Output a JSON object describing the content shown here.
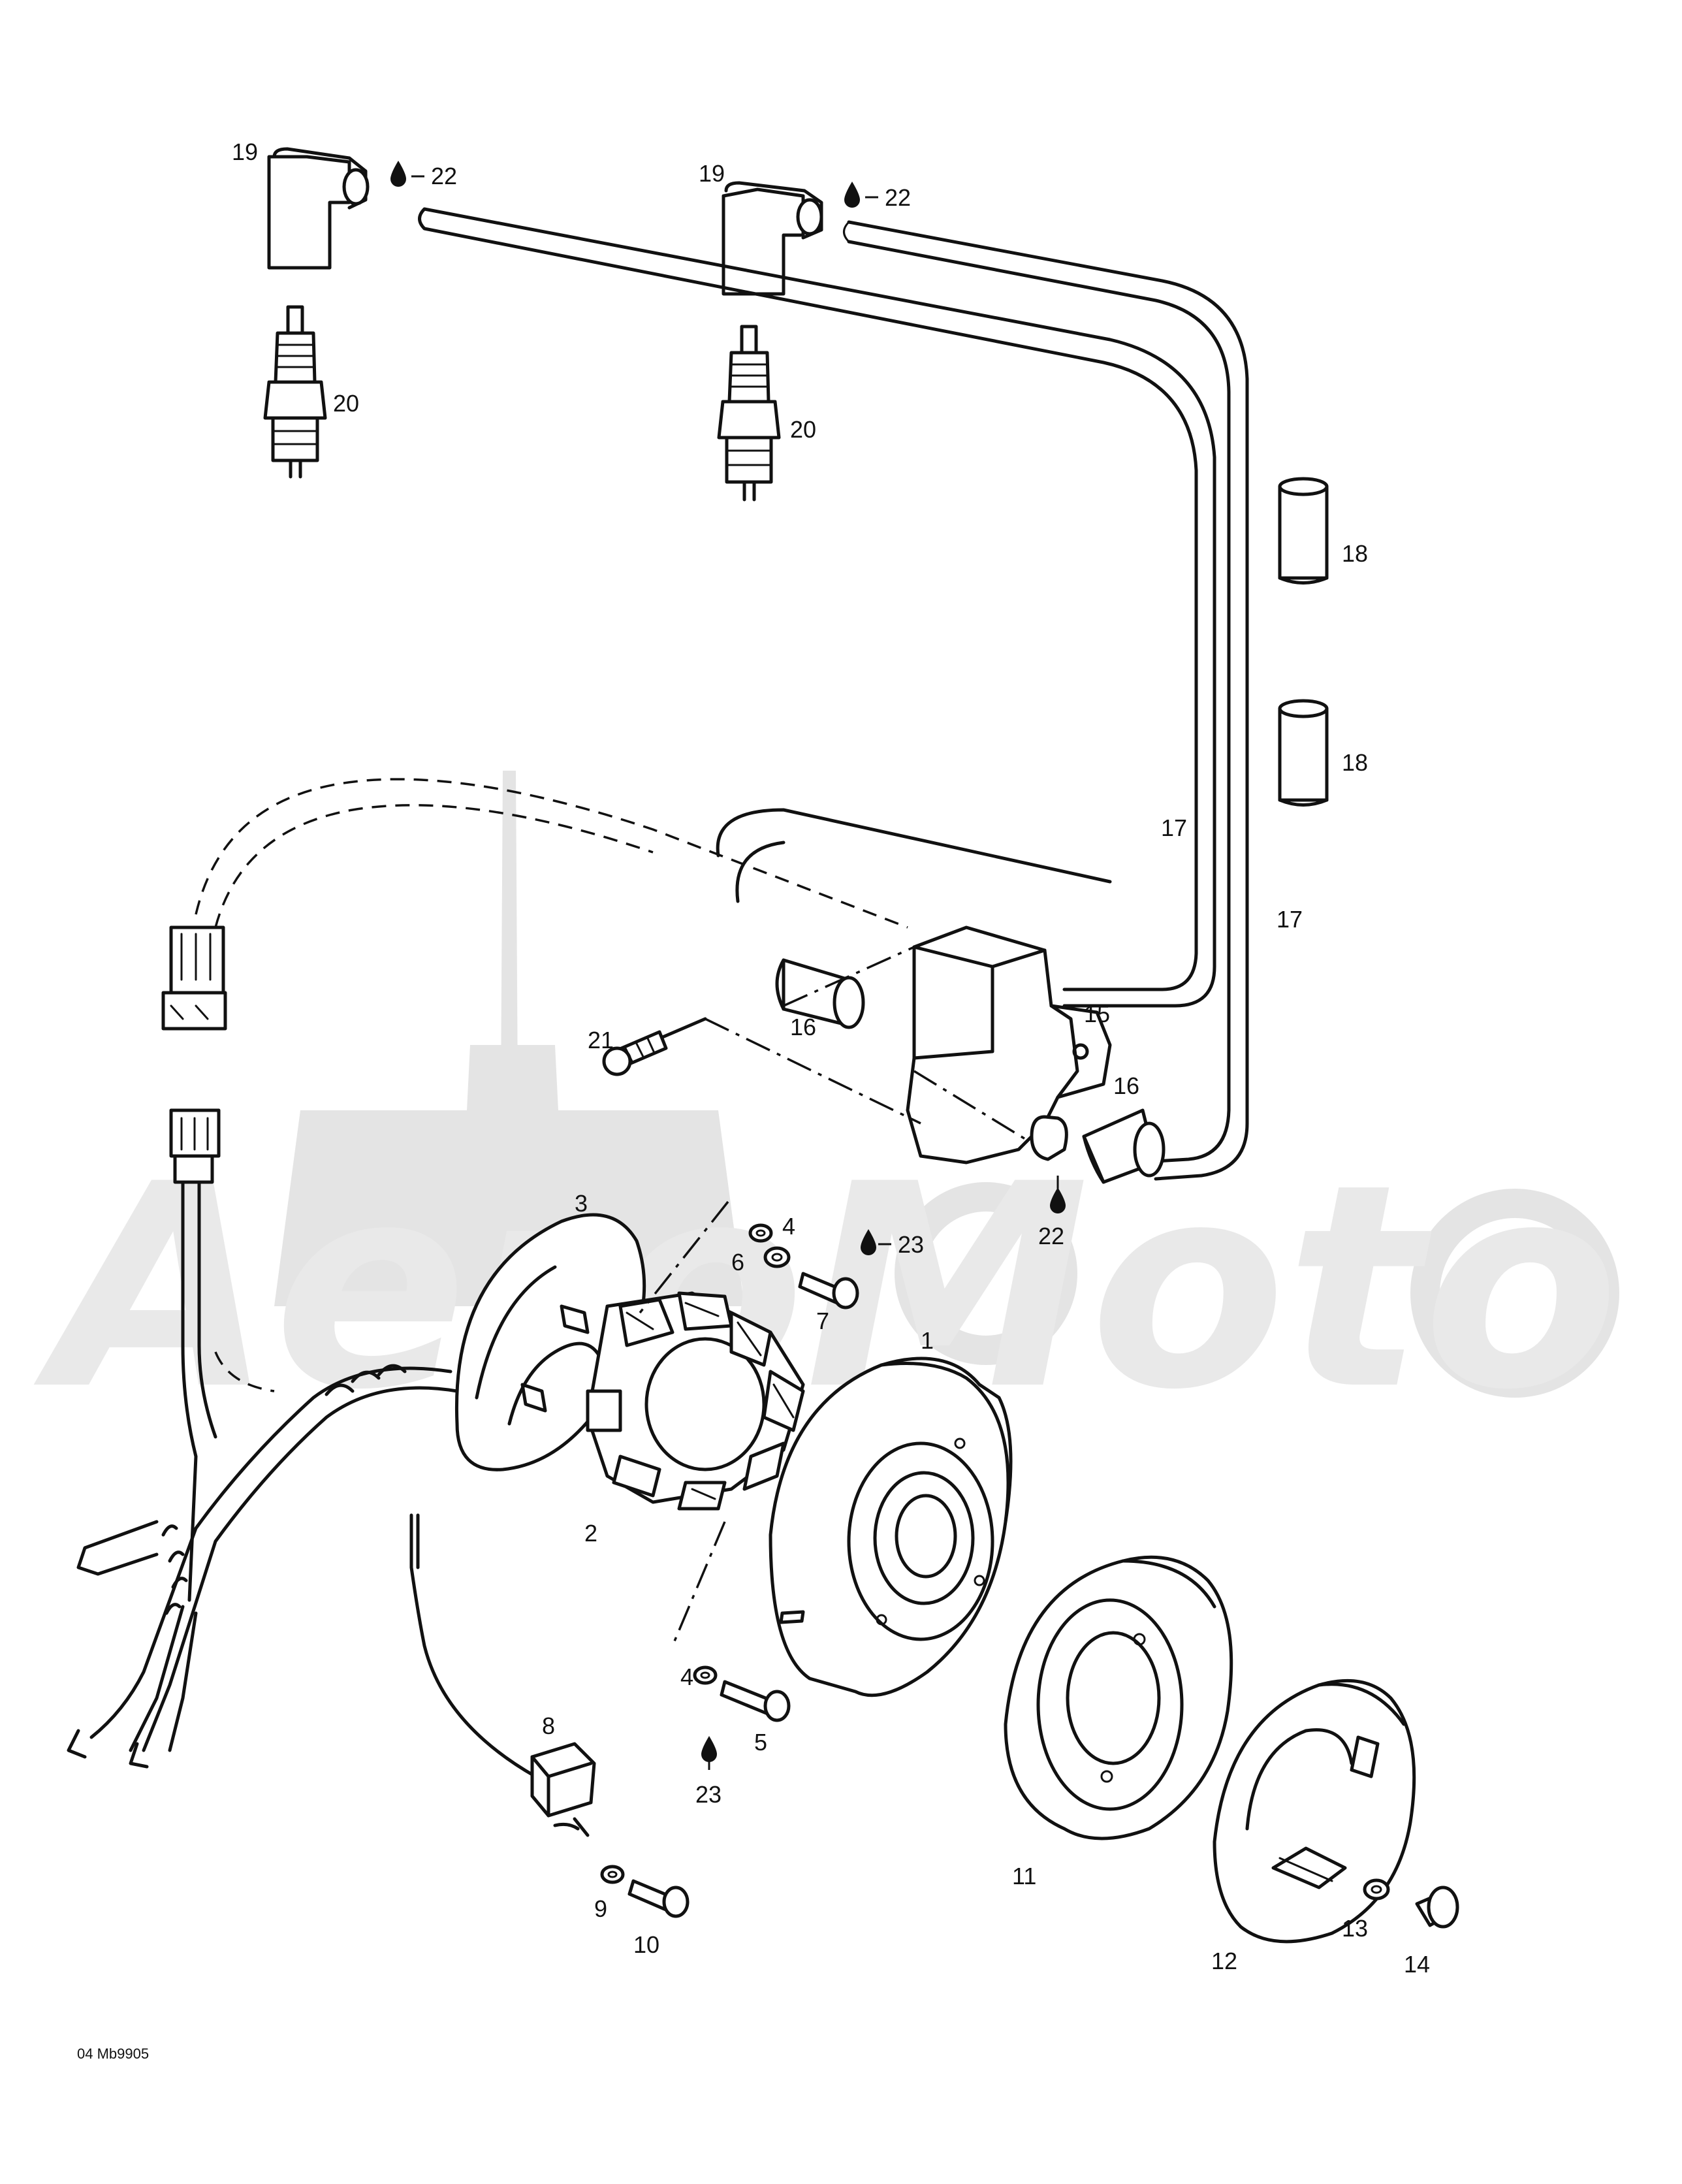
{
  "drawing_code": "04 Mb9905",
  "watermark": {
    "text": "AeroMoto"
  },
  "callouts": [
    {
      "label": "1",
      "part": "flywheel"
    },
    {
      "label": "2",
      "part": "stator"
    },
    {
      "label": "3",
      "part": "stator-plate"
    },
    {
      "label": "4",
      "part": "washer-upper"
    },
    {
      "label": "4",
      "part": "washer-lower"
    },
    {
      "label": "5",
      "part": "screw-lower"
    },
    {
      "label": "6",
      "part": "washer-small"
    },
    {
      "label": "7",
      "part": "screw-upper"
    },
    {
      "label": "8",
      "part": "trigger-coil"
    },
    {
      "label": "9",
      "part": "trigger-washer"
    },
    {
      "label": "10",
      "part": "trigger-screw"
    },
    {
      "label": "11",
      "part": "ring-gear"
    },
    {
      "label": "12",
      "part": "starter-cup"
    },
    {
      "label": "13",
      "part": "lock-washer"
    },
    {
      "label": "14",
      "part": "cup-screw"
    },
    {
      "label": "15",
      "part": "ignition-coil"
    },
    {
      "label": "16",
      "part": "boot-left"
    },
    {
      "label": "16",
      "part": "boot-right"
    },
    {
      "label": "17",
      "part": "wire-inner"
    },
    {
      "label": "17",
      "part": "wire-outer"
    },
    {
      "label": "18",
      "part": "sleeve-upper"
    },
    {
      "label": "18",
      "part": "sleeve-lower"
    },
    {
      "label": "19",
      "part": "cap-left"
    },
    {
      "label": "19",
      "part": "cap-right"
    },
    {
      "label": "20",
      "part": "plug-left"
    },
    {
      "label": "20",
      "part": "plug-right"
    },
    {
      "label": "21",
      "part": "coil-screw"
    },
    {
      "label": "22",
      "part": "grease-cap-left"
    },
    {
      "label": "22",
      "part": "grease-cap-right"
    },
    {
      "label": "22",
      "part": "grease-coil"
    },
    {
      "label": "23",
      "part": "loctite-upper"
    },
    {
      "label": "23",
      "part": "loctite-lower"
    }
  ]
}
